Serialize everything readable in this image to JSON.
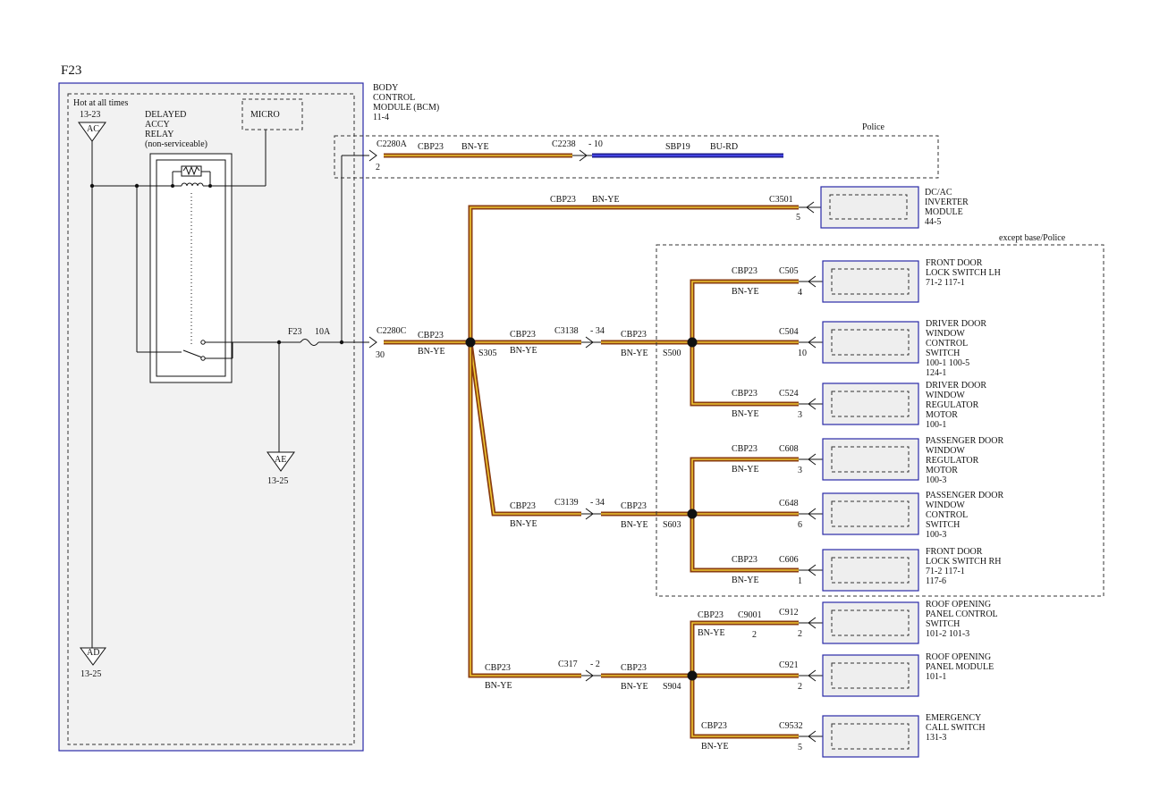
{
  "page": {
    "title": "F23"
  },
  "bcm": {
    "hot_label": "Hot at all times",
    "ref_top": "13-23",
    "conn_ac": "AC",
    "conn_ae": "AE",
    "ref_ae": "13-25",
    "conn_ad": "AD",
    "ref_ad": "13-25",
    "relay_label": [
      "DELAYED",
      "ACCY",
      "RELAY",
      "(non-serviceable)"
    ],
    "micro": "MICRO",
    "fuse_name": "F23",
    "fuse_rating": "10A",
    "module_label": [
      "BODY",
      "CONTROL",
      "MODULE (BCM)",
      "11-4"
    ]
  },
  "police": {
    "label": "Police",
    "conn_a": "C2280A",
    "pin_a": "2",
    "circuit": "CBP23",
    "color": "BN-YE",
    "conn_b": "C2238",
    "pin_b": "- 10",
    "circuit2": "SBP19",
    "color2": "BU-RD"
  },
  "main": {
    "conn": "C2280C",
    "pin": "30",
    "circuit": "CBP23",
    "color": "BN-YE",
    "splice": "S305"
  },
  "inverter": {
    "circuit": "CBP23",
    "color": "BN-YE",
    "conn": "C3501",
    "pin": "5",
    "label": [
      "DC/AC",
      "INVERTER",
      "MODULE",
      "44-5"
    ]
  },
  "except_label": "except base/Police",
  "branch_c3138": {
    "circuit_a": "CBP23",
    "color_a": "BN-YE",
    "conn": "C3138",
    "pin": "- 34",
    "circuit_b": "CBP23",
    "color_b": "BN-YE",
    "splice": "S500"
  },
  "branch_c3139": {
    "circuit_a": "CBP23",
    "color_a": "BN-YE",
    "conn": "C3139",
    "pin": "- 34",
    "circuit_b": "CBP23",
    "color_b": "BN-YE",
    "splice": "S603"
  },
  "branch_c317": {
    "circuit_a": "CBP23",
    "color_a": "BN-YE",
    "conn": "C317",
    "pin": "- 2",
    "circuit_b": "CBP23",
    "color_b": "BN-YE",
    "splice": "S904"
  },
  "loads": [
    {
      "circuit": "CBP23",
      "color": "BN-YE",
      "conn": "C505",
      "pin": "4",
      "label": [
        "FRONT DOOR",
        "LOCK SWITCH LH",
        "71-2    117-1"
      ]
    },
    {
      "circuit": "",
      "color": "",
      "conn": "C504",
      "pin": "10",
      "label": [
        "DRIVER DOOR",
        "WINDOW",
        "CONTROL",
        "SWITCH",
        "100-1   100-5",
        "124-1"
      ]
    },
    {
      "circuit": "CBP23",
      "color": "BN-YE",
      "conn": "C524",
      "pin": "3",
      "label": [
        "DRIVER DOOR",
        "WINDOW",
        "REGULATOR",
        "MOTOR",
        "100-1"
      ]
    },
    {
      "circuit": "CBP23",
      "color": "BN-YE",
      "conn": "C608",
      "pin": "3",
      "label": [
        "PASSENGER DOOR",
        "WINDOW",
        "REGULATOR",
        "MOTOR",
        "100-3"
      ]
    },
    {
      "circuit": "",
      "color": "",
      "conn": "C648",
      "pin": "6",
      "label": [
        "PASSENGER DOOR",
        "WINDOW",
        "CONTROL",
        "SWITCH",
        "100-3"
      ]
    },
    {
      "circuit": "CBP23",
      "color": "BN-YE",
      "conn": "C606",
      "pin": "1",
      "label": [
        "FRONT DOOR",
        "LOCK SWITCH RH",
        "71-2    117-1",
        "117-6"
      ]
    },
    {
      "circuit": "CBP23",
      "color": "BN-YE",
      "conn": "C912",
      "pin": "2",
      "conn2": "C9001",
      "pin2": "2",
      "label": [
        "ROOF OPENING",
        "PANEL CONTROL",
        "SWITCH",
        "101-2    101-3"
      ]
    },
    {
      "circuit": "",
      "color": "",
      "conn": "C921",
      "pin": "2",
      "label": [
        "ROOF OPENING",
        "PANEL MODULE",
        "101-1"
      ]
    },
    {
      "circuit": "CBP23",
      "color": "BN-YE",
      "conn": "C9532",
      "pin": "5",
      "label": [
        "EMERGENCY",
        "CALL SWITCH",
        "131-3"
      ]
    }
  ]
}
